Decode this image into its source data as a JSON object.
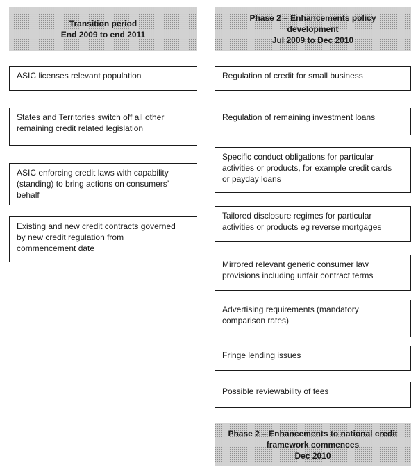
{
  "left": {
    "header": {
      "line1": "Transition period",
      "line2": "End 2009 to end 2011"
    },
    "boxes": [
      {
        "lines": [
          "ASIC licenses relevant population"
        ]
      },
      {
        "lines": [
          "States and Territories switch off all other",
          "remaining credit related legislation"
        ]
      },
      {
        "lines": [
          "ASIC enforcing credit laws with capability",
          "(standing) to bring actions on consumers’",
          "behalf"
        ]
      },
      {
        "lines": [
          "Existing and new credit contracts governed",
          "by new credit regulation from",
          "commencement date"
        ]
      }
    ]
  },
  "right": {
    "header": {
      "line1": "Phase 2 – Enhancements policy",
      "line2": "development",
      "line3": "Jul 2009 to Dec 2010"
    },
    "boxes": [
      {
        "lines": [
          "Regulation of credit for small business"
        ]
      },
      {
        "lines": [
          "Regulation of remaining investment loans"
        ]
      },
      {
        "lines": [
          "Specific conduct obligations for particular",
          "activities or products, for example credit cards",
          "or payday loans"
        ]
      },
      {
        "lines": [
          "Tailored disclosure regimes for particular",
          "activities or products eg reverse mortgages"
        ]
      },
      {
        "lines": [
          "Mirrored relevant generic consumer law",
          "provisions including unfair contract terms"
        ]
      },
      {
        "lines": [
          "Advertising requirements (mandatory",
          "comparison rates)"
        ]
      },
      {
        "lines": [
          "Fringe lending issues"
        ]
      },
      {
        "lines": [
          "Possible reviewability of fees"
        ]
      }
    ],
    "footer": {
      "line1": "Phase 2 – Enhancements to national credit",
      "line2": "framework commences",
      "line3": "Dec 2010"
    }
  }
}
